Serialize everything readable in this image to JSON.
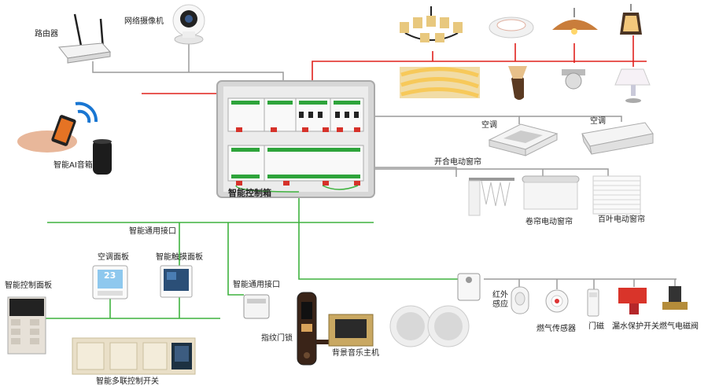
{
  "labels": {
    "router": "路由器",
    "camera": "网络摄像机",
    "ai_speaker": "智能AI音箱",
    "control_box": "智能控制箱",
    "ac1": "空调",
    "ac2": "空调",
    "curtain_open": "开合电动窗帘",
    "curtain_roll": "卷帘电动窗帘",
    "curtain_blind": "百叶电动窗帘",
    "universal_port1": "智能通用接口",
    "universal_port2": "智能通用接口",
    "ac_panel": "空调面板",
    "touch_panel": "智能触摸面板",
    "control_panel": "智能控制面板",
    "multi_switch": "智能多联控制开关",
    "fingerprint_lock": "指纹门锁",
    "bg_music": "背景音乐主机",
    "infrared": "红外\n感应",
    "gas_sensor": "燃气传感器",
    "door_magnet": "门磁",
    "leak_switch": "漏水保护开关",
    "gas_valve": "燃气电磁阀"
  },
  "colors": {
    "red_line": "#e0201c",
    "green_line": "#3fb23f",
    "gray_line": "#9a9a9a",
    "box_frame": "#bdbdbd"
  },
  "panel_screen": {
    "ac_display": "23"
  }
}
